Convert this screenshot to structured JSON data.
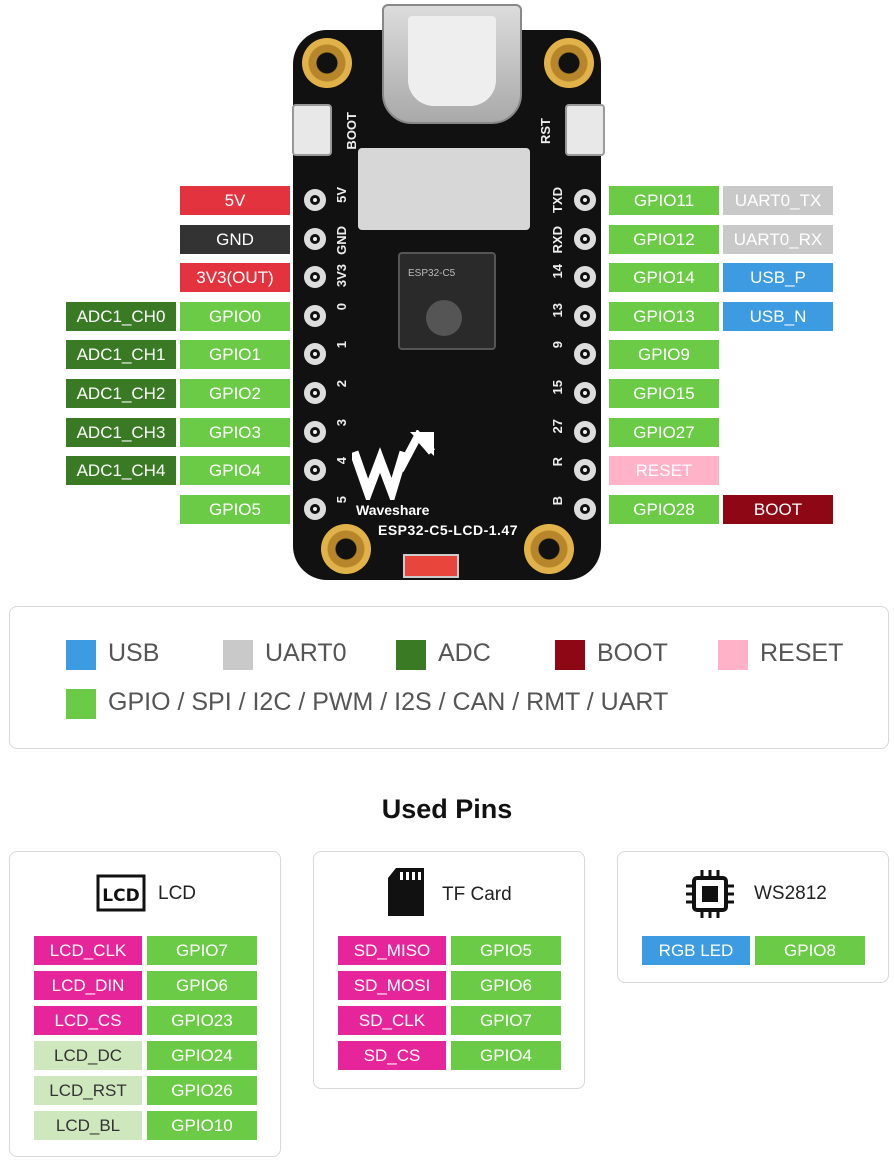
{
  "board": {
    "brand": "Waveshare",
    "model": "ESP32-C5-LCD-1.47",
    "silk_boot": "BOOT",
    "silk_rst": "RST",
    "left_silk": [
      "5V",
      "GND",
      "3V3",
      "0",
      "1",
      "2",
      "3",
      "4",
      "5"
    ],
    "right_silk": [
      "TXD",
      "RXD",
      "14",
      "13",
      "9",
      "15",
      "27",
      "R",
      "B"
    ],
    "chip_text": "ESP32-C5"
  },
  "left_pins": {
    "primary": [
      "5V",
      "GND",
      "3V3(OUT)",
      "GPIO0",
      "GPIO1",
      "GPIO2",
      "GPIO3",
      "GPIO4",
      "GPIO5"
    ],
    "adc": [
      "ADC1_CH0",
      "ADC1_CH1",
      "ADC1_CH2",
      "ADC1_CH3",
      "ADC1_CH4"
    ]
  },
  "right_pins": {
    "primary": [
      "GPIO11",
      "GPIO12",
      "GPIO14",
      "GPIO13",
      "GPIO9",
      "GPIO15",
      "GPIO27",
      "RESET",
      "GPIO28"
    ],
    "secondary": [
      "UART0_TX",
      "UART0_RX",
      "USB_P",
      "USB_N",
      "BOOT"
    ]
  },
  "legend": {
    "items": [
      "USB",
      "UART0",
      "ADC",
      "BOOT",
      "RESET",
      "GPIO / SPI / I2C / PWM / I2S / CAN / RMT / UART"
    ]
  },
  "used_pins": {
    "title": "Used Pins",
    "lcd": {
      "title": "LCD",
      "rows": [
        {
          "name": "LCD_CLK",
          "gpio": "GPIO7"
        },
        {
          "name": "LCD_DIN",
          "gpio": "GPIO6"
        },
        {
          "name": "LCD_CS",
          "gpio": "GPIO23"
        },
        {
          "name": "LCD_DC",
          "gpio": "GPIO24"
        },
        {
          "name": "LCD_RST",
          "gpio": "GPIO26"
        },
        {
          "name": "LCD_BL",
          "gpio": "GPIO10"
        }
      ]
    },
    "tf": {
      "title": "TF Card",
      "rows": [
        {
          "name": "SD_MISO",
          "gpio": "GPIO5"
        },
        {
          "name": "SD_MOSI",
          "gpio": "GPIO6"
        },
        {
          "name": "SD_CLK",
          "gpio": "GPIO7"
        },
        {
          "name": "SD_CS",
          "gpio": "GPIO4"
        }
      ]
    },
    "ws": {
      "title": "WS2812",
      "rows": [
        {
          "name": "RGB LED",
          "gpio": "GPIO8"
        }
      ]
    }
  },
  "colors": {
    "power": "#e2333f",
    "gnd": "#333333",
    "gpio": "#6ccb46",
    "adc": "#3a7a25",
    "uart": "#c9c9c9",
    "usb": "#3d9be1",
    "reset": "#ffb2c8",
    "boot": "#8d0714",
    "lcd": "#e6259b"
  }
}
